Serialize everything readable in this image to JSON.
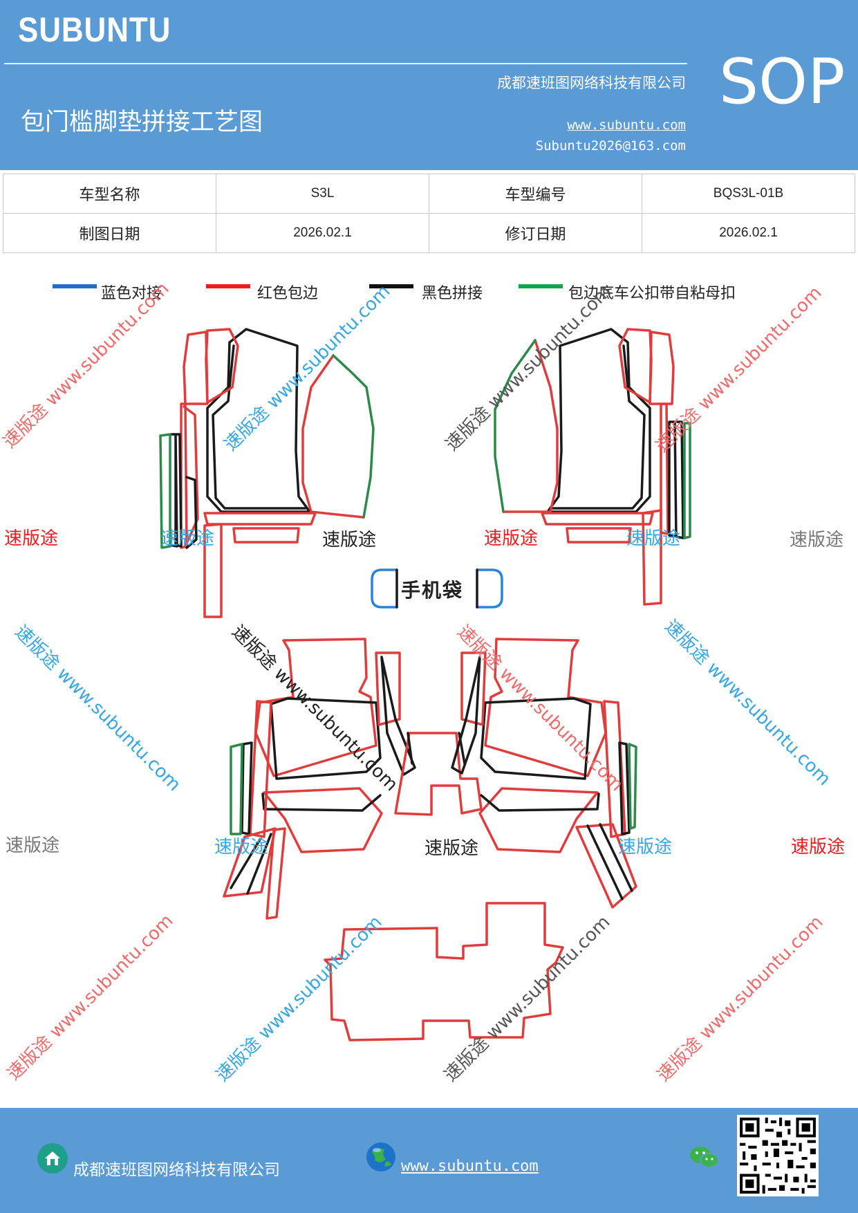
{
  "header": {
    "brand": "SUBUNTU",
    "company": "成都速班图网络科技有限公司",
    "title": "包门槛脚垫拼接工艺图",
    "website": "www.subuntu.com",
    "email": "Subuntu2026@163.com",
    "badge": "SOP"
  },
  "info_table": {
    "model_name_label": "车型名称",
    "model_name_value": "S3L",
    "model_code_label": "车型编号",
    "model_code_value": "BQS3L-01B",
    "drawing_date_label": "制图日期",
    "drawing_date_value": "2026.02.1",
    "revision_date_label": "修订日期",
    "revision_date_value": "2026.02.1"
  },
  "legend": [
    {
      "label": "蓝色对接",
      "color": "#1f6fc5"
    },
    {
      "label": "红色包边",
      "color": "#ee1c1c"
    },
    {
      "label": "黑色拼接",
      "color": "#111111"
    },
    {
      "label": "包边底车公扣带自粘母扣",
      "color": "#14a44d"
    }
  ],
  "drawing": {
    "phone_pocket_label": "手机袋",
    "colors": {
      "red": "#e03c3c",
      "black": "#1a1a1a",
      "green": "#2b8a48",
      "blue": "#2a85d8"
    }
  },
  "watermarks": {
    "brand_cn": "速版途",
    "url": "www.subuntu.com",
    "diag_text": "速版途 www.subuntu.com"
  },
  "footer": {
    "company": "成都速班图网络科技有限公司",
    "website": "www.subuntu.com"
  }
}
